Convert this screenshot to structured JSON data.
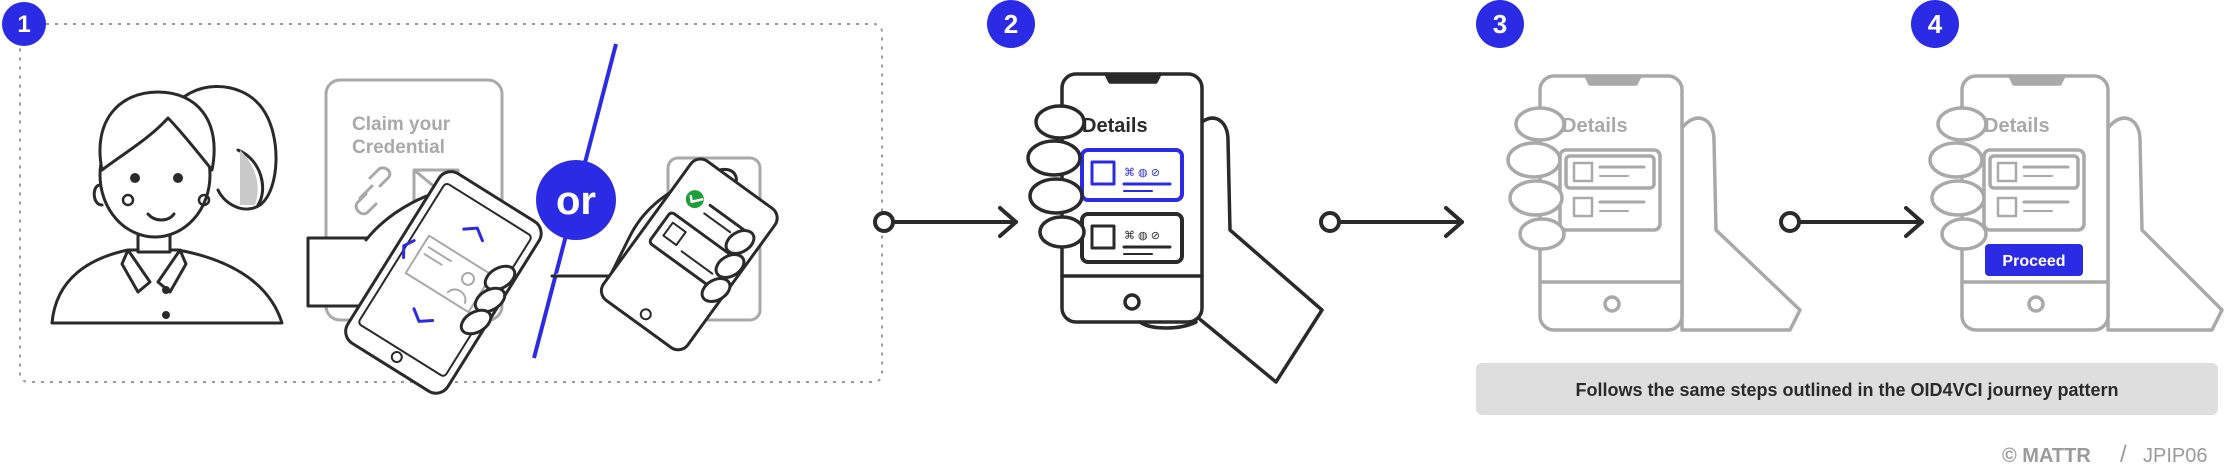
{
  "steps": [
    {
      "number": "1"
    },
    {
      "number": "2"
    },
    {
      "number": "3"
    },
    {
      "number": "4"
    }
  ],
  "step1": {
    "card_title_line1": "Claim your",
    "card_title_line2": "Credential",
    "or_label": "or"
  },
  "phone2": {
    "title": "Details"
  },
  "phone3": {
    "title": "Details"
  },
  "phone4": {
    "title": "Details",
    "button_label": "Proceed"
  },
  "footer_note": "Follows the same steps outlined in the OID4VCI journey pattern",
  "brand": {
    "copyright": "© MATTR",
    "separator": "/",
    "code": "JPIP06"
  },
  "colors": {
    "accent": "#2b2be6",
    "ink": "#2a2a2a",
    "muted": "#a9a9a9",
    "panel": "#dedede"
  }
}
